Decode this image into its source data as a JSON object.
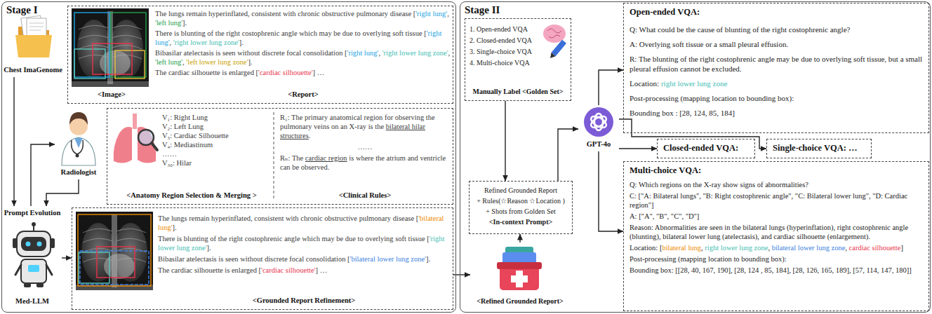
{
  "diagram": {
    "nodes": [
      {
        "text": [
          "Stage I"
        ]
      },
      {
        "text": [
          "Chest ImaGenome"
        ],
        "in": 0
      },
      {
        "text": [
          "<Image>",
          "The lungs remain hyperinflated, consistent with chronic obstructive pulmonary disease",
          "[",
          "'right lung'",
          ",",
          "'left lung'",
          "].",
          "There is blunting of the right costophrenic angle which may be due to overlying soft tissue",
          "[",
          "'right lung'",
          ",",
          "'right lower lung zone'",
          "].",
          "Bibasilar atelectasis is seen without discrete focal consolidation",
          "[",
          "'right lung'",
          ",",
          "'right lower lung zone'",
          ",",
          "'left lung'",
          ",",
          "'left lower lung zone'",
          "].",
          "The cardiac silhouette is enlarged",
          "[",
          "'cardiac silhouette'",
          "] …",
          "<Report>"
        ],
        "in": 0
      },
      {
        "text": [
          "Radiologist"
        ],
        "in": 0
      },
      {
        "text": [
          "V₁: Right Lung",
          "V₂: Left Lung",
          "V₃: Cardiac Silhouette",
          "V₄: Mediastinum",
          "……",
          "V₃₀: Hilar",
          "<Anatomy Region Selection & Merging >",
          "R₁: The primary anatomical region for observing the pulmonary veins on an X-ray is the",
          "bilateral hilar structures",
          ".",
          "……",
          "Rₙ: The",
          "cardiac region",
          "is where the atrium and ventricle can be observed.",
          "<Clinical Rules>"
        ],
        "in": 0
      },
      {
        "text": [
          "Prompt Evolution",
          "Med-LLM"
        ],
        "in": 0
      },
      {
        "text": [
          "The lungs remain hyperinflated, consistent with chronic obstructive pulmonary disease",
          "[",
          "'bilateral lung'",
          "].",
          "There is blunting of the right costophrenic angle which may be due to overlying soft tissue",
          "[",
          "'right lower lung zone'",
          "].",
          "Bibasilar atelectasis is seen without discrete focal consolidation",
          "[",
          "'bilateral lower lung zone'",
          "].",
          "The cardiac silhouette is enlarged",
          "[",
          "'cardiac silhouette'",
          "] …",
          "<Grounded Report Refinement>"
        ],
        "in": 0
      },
      {
        "text": [
          "Stage II"
        ]
      },
      {
        "text": [
          "1. Open-ended VQA",
          "2. Closed-ended VQA",
          "3. Single-choice VQA",
          "4. Multi-choice VQA",
          "Manually Label <Golden Set>"
        ],
        "in": 7
      },
      {
        "text": [
          "Refined Grounded Report",
          "+ Rules(☆Reason ☆Location )",
          "+ Shots from Golden Set",
          "<In-context Prompt>"
        ],
        "in": 7
      },
      {
        "text": [
          "<Refined Grounded Report>"
        ],
        "in": 7
      },
      {
        "text": [
          "GPT-4o"
        ],
        "in": 7
      },
      {
        "text": [
          "Open-ended VQA:",
          "Q: What could be the cause of blunting of the right costophrenic angle?",
          "A: Overlying soft tissue or a small pleural effusion.",
          "R: The blunting of the right costophrenic angle may be due to overlying soft tissue, but a small pleural effusion cannot be excluded.",
          "Location:",
          "right lower lung zone",
          "Post-processing (mapping location to bounding box):",
          "Bounding box : [28, 124, 85, 184]"
        ],
        "in": 7
      },
      {
        "text": [
          "Closed-ended VQA:"
        ],
        "in": 7
      },
      {
        "text": [
          "Single-choice VQA:",
          "…"
        ],
        "in": 7
      },
      {
        "text": [
          "Multi-choice VQA:",
          "Q: Which regions on the X-ray show signs of abnormalities?",
          "C: [\"A: Bilateral lungs\", \"B: Right costophrenic angle\", \"C: Bilateral lower lung\", \"D: Cardiac region\"]",
          "A: [\"A\", \"B\", \"C\", \"D\"]",
          "Reason: Abnormalities are seen in the bilateral lungs (hyperinflation), right costophrenic angle (blunting), bilateral lower lung (atelectasis), and cardiac silhouette (enlargement).",
          "Location:",
          "[",
          "bilateral lung",
          ",",
          "right lower lung zone",
          ",",
          "bilateral lower lung zone",
          ",",
          "cardiac silhouette",
          "]",
          "Post-processing (mapping location to bounding box):",
          "Bounding box: [[28, 40, 167, 190], [28, 124 , 85, 184], [28, 126, 165, 189], [57, 114, 147, 180]]"
        ],
        "in": 7
      }
    ],
    "edges": [
      {
        "from": 1,
        "to": 5,
        "arrow": "to"
      },
      {
        "from": 3,
        "to": 5,
        "arrow": "to"
      },
      {
        "from": 5,
        "to": 3,
        "arrow": "to"
      },
      {
        "from": 5,
        "to": 6,
        "arrow": "to"
      },
      {
        "from": 6,
        "to": 10,
        "arrow": "to"
      },
      {
        "from": 8,
        "to": 9,
        "arrow": "to"
      },
      {
        "from": 10,
        "to": 9,
        "arrow": "to"
      },
      {
        "from": 9,
        "to": 11,
        "arrow": "to"
      },
      {
        "from": 11,
        "to": 12,
        "arrow": "to"
      },
      {
        "from": 11,
        "to": 13,
        "arrow": "to"
      },
      {
        "from": 11,
        "to": 14,
        "arrow": "to"
      },
      {
        "from": 11,
        "to": 15,
        "arrow": "to"
      }
    ]
  }
}
